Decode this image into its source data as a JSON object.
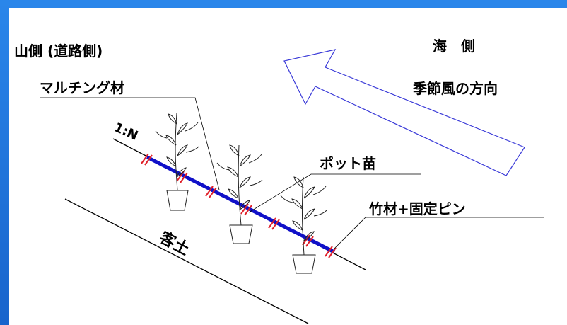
{
  "labels": {
    "mountain_side": "山側 (道路側)",
    "sea_side": "海　側",
    "wind_direction": "季節風の方向",
    "mulching": "マルチング材",
    "slope": "1:N",
    "pot_seedling": "ポット苗",
    "bamboo_pin": "竹材+固定ピン",
    "soil": "客土"
  },
  "colors": {
    "frame": "#1a6fd6",
    "panel": "#ffffff",
    "bamboo_bar": "#1010c8",
    "pin": "#e0202a",
    "arrow": "#3a3ad8",
    "line": "#000000"
  }
}
